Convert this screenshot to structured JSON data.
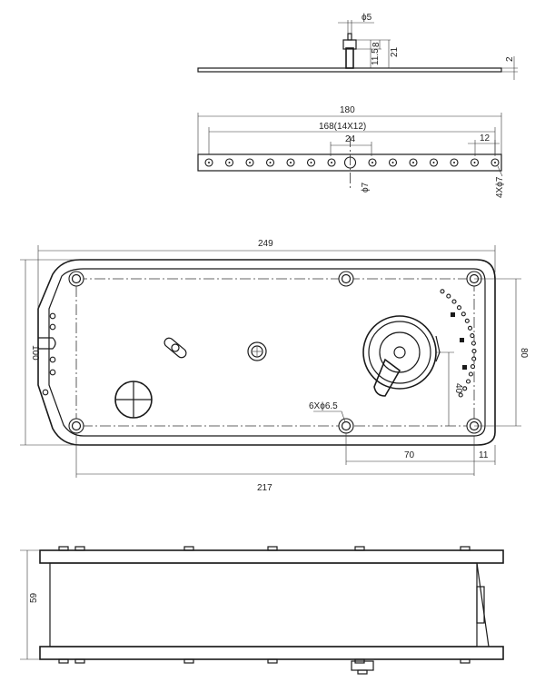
{
  "views": {
    "shaft_side": {
      "d_shaft": "ϕ5",
      "d_11_5": "11.5",
      "d_8": "8",
      "d_21": "21",
      "d_2": "2"
    },
    "plate_top": {
      "d_180": "180",
      "d_168": "168(14X12)",
      "d_24": "24",
      "d_12": "12",
      "d_phi7": "ϕ7",
      "d_4x": "4Xϕ7"
    },
    "plan": {
      "d_249": "249",
      "d_100": "100",
      "d_80": "80",
      "d_40": "40",
      "d_70": "70",
      "d_11": "11",
      "d_217": "217",
      "d_holes": "6Xϕ6.5"
    },
    "side": {
      "d_59": "59"
    }
  },
  "colors": {
    "line": "#1a1a1a",
    "dimension": "#333333",
    "background": "#ffffff"
  }
}
